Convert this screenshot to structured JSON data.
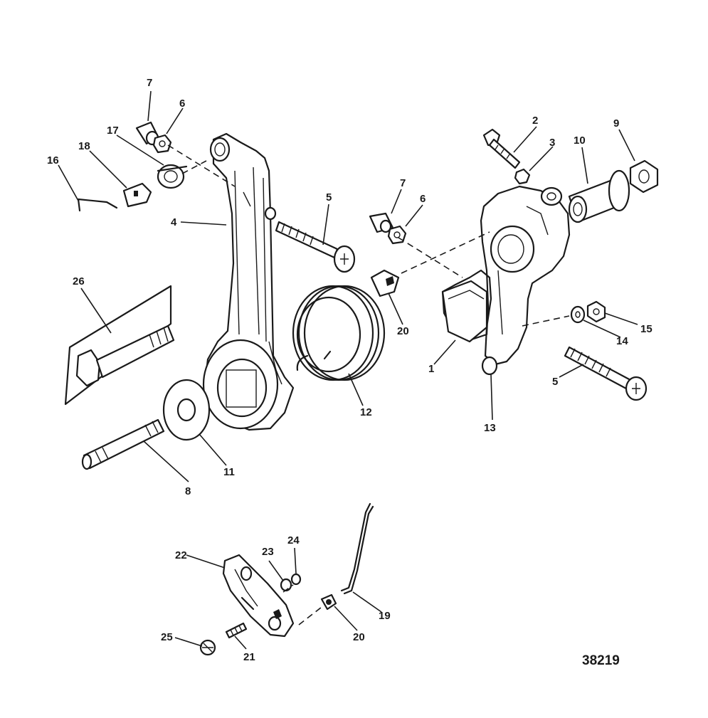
{
  "diagram_id": "38219",
  "callouts": {
    "c1": "1",
    "c2": "2",
    "c3": "3",
    "c4": "4",
    "c5a": "5",
    "c5b": "5",
    "c6a": "6",
    "c6b": "6",
    "c7a": "7",
    "c7b": "7",
    "c8": "8",
    "c9": "9",
    "c10": "10",
    "c11": "11",
    "c12": "12",
    "c13": "13",
    "c14": "14",
    "c15": "15",
    "c16": "16",
    "c17": "17",
    "c18": "18",
    "c19": "19",
    "c20a": "20",
    "c20b": "20",
    "c21": "21",
    "c22": "22",
    "c23": "23",
    "c24": "24",
    "c25": "25",
    "c26": "26"
  }
}
